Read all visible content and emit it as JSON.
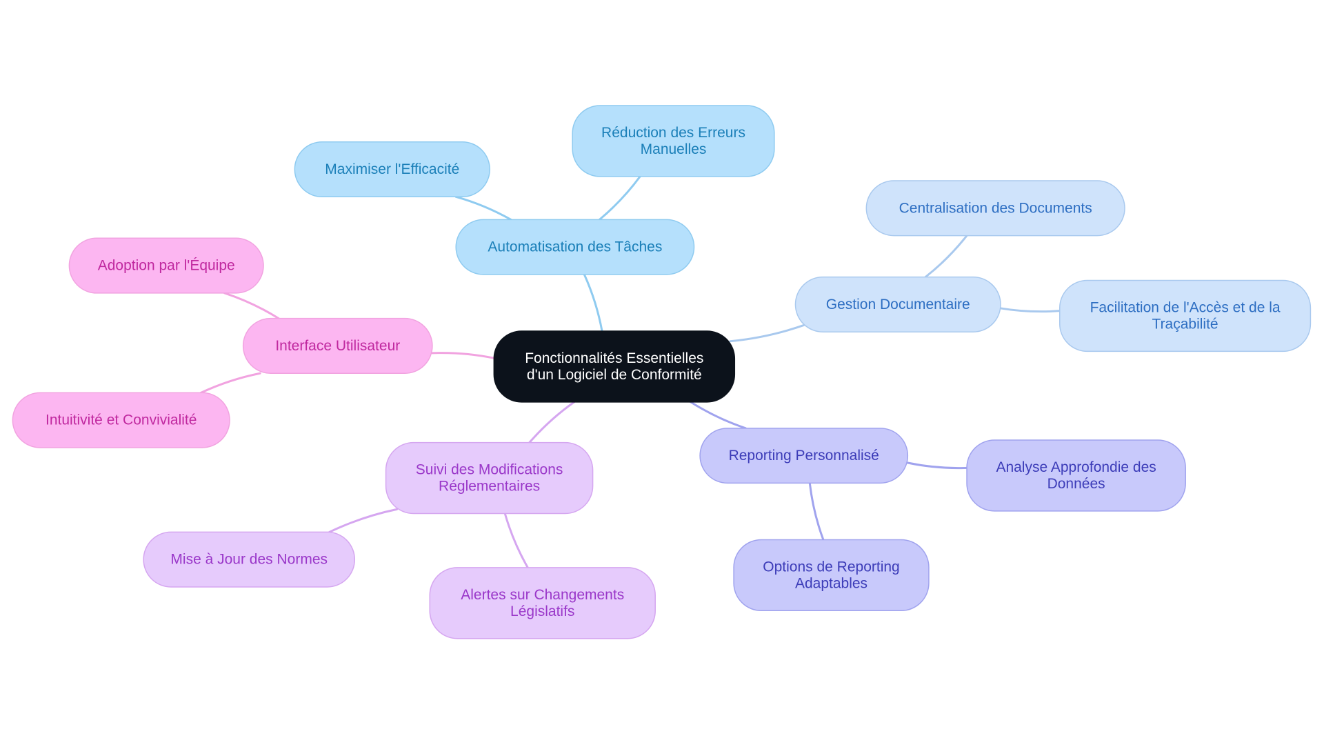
{
  "root": {
    "label": [
      "Fonctionnalités Essentielles",
      "d'un Logiciel de Conformité"
    ]
  },
  "branches": [
    {
      "key": "automatisation",
      "label": [
        "Automatisation des Tâches"
      ],
      "color": "#8fcbf0",
      "fill": "#b5e0fc",
      "text": "#1a7fb8",
      "children": [
        {
          "key": "efficacite",
          "label": [
            "Maximiser l'Efficacité"
          ]
        },
        {
          "key": "erreurs",
          "label": [
            "Réduction des Erreurs",
            "Manuelles"
          ]
        }
      ]
    },
    {
      "key": "gestion",
      "label": [
        "Gestion Documentaire"
      ],
      "color": "#a9c9ee",
      "fill": "#cfe3fb",
      "text": "#2d6ec2",
      "children": [
        {
          "key": "centralisation",
          "label": [
            "Centralisation des Documents"
          ]
        },
        {
          "key": "facilitation",
          "label": [
            "Facilitation de l'Accès et de la",
            "Traçabilité"
          ]
        }
      ]
    },
    {
      "key": "reporting",
      "label": [
        "Reporting Personnalisé"
      ],
      "color": "#a0a3ee",
      "fill": "#c8c9fb",
      "text": "#3c3cb8",
      "children": [
        {
          "key": "analyse",
          "label": [
            "Analyse Approfondie des",
            "Données"
          ]
        },
        {
          "key": "options",
          "label": [
            "Options de Reporting",
            "Adaptables"
          ]
        }
      ]
    },
    {
      "key": "suivi",
      "label": [
        "Suivi des Modifications",
        "Réglementaires"
      ],
      "color": "#d5a6f0",
      "fill": "#e6cbfc",
      "text": "#9a37c9",
      "children": [
        {
          "key": "normes",
          "label": [
            "Mise à Jour des Normes"
          ]
        },
        {
          "key": "alertes",
          "label": [
            "Alertes sur Changements",
            "Législatifs"
          ]
        }
      ]
    },
    {
      "key": "interface",
      "label": [
        "Interface Utilisateur"
      ],
      "color": "#f1a3e0",
      "fill": "#fcb6f1",
      "text": "#c0289f",
      "children": [
        {
          "key": "adoption",
          "label": [
            "Adoption par l'Équipe"
          ]
        },
        {
          "key": "intuitivite",
          "label": [
            "Intuitivité et Convivialité"
          ]
        }
      ]
    }
  ],
  "colors": {
    "root_fill": "#0c121b",
    "root_text": "#ffffff"
  }
}
